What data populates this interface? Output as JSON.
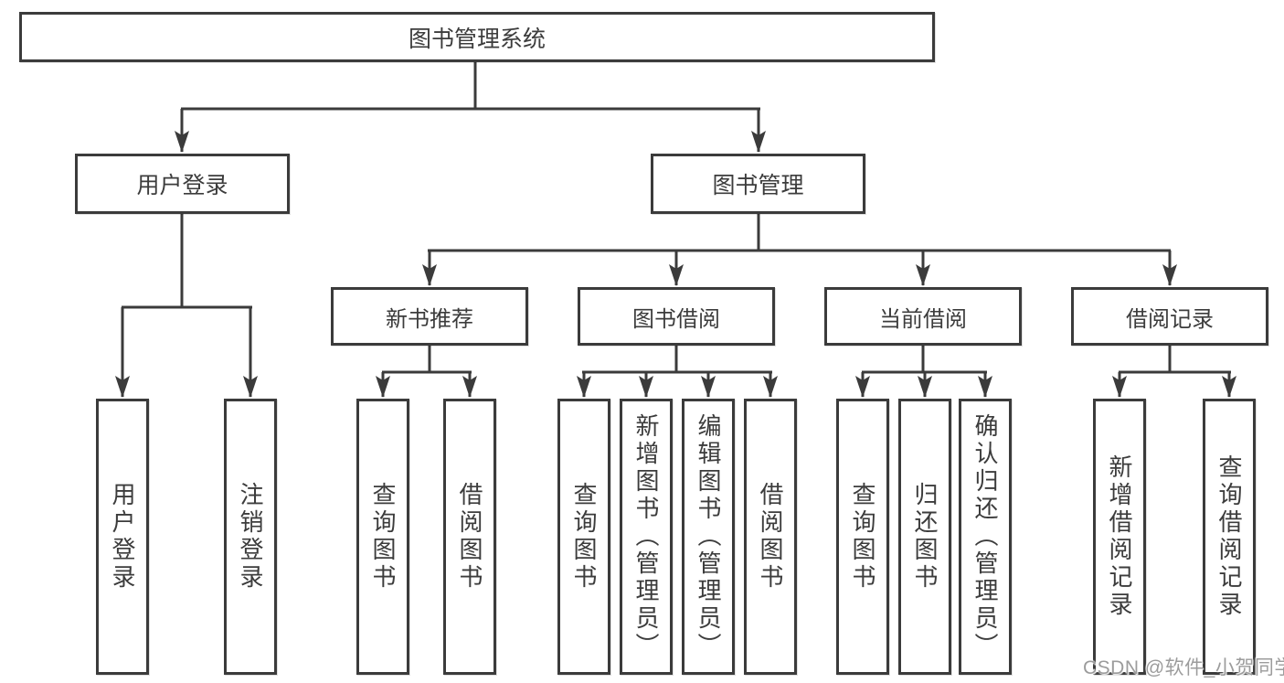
{
  "diagram": {
    "title": "图书管理系统",
    "root": {
      "label": "图书管理系统"
    },
    "level2": [
      {
        "label": "用户登录"
      },
      {
        "label": "图书管理"
      }
    ],
    "level3": [
      {
        "label": "新书推荐"
      },
      {
        "label": "图书借阅"
      },
      {
        "label": "当前借阅"
      },
      {
        "label": "借阅记录"
      }
    ],
    "leaves": [
      {
        "label": "用户登录"
      },
      {
        "label": "注销登录"
      },
      {
        "label": "查询图书"
      },
      {
        "label": "借阅图书"
      },
      {
        "label": "查询图书"
      },
      {
        "label": "新增图书（管理员）"
      },
      {
        "label": "编辑图书（管理员）"
      },
      {
        "label": "借阅图书"
      },
      {
        "label": "查询图书"
      },
      {
        "label": "归还图书"
      },
      {
        "label": "确认归还（管理员）"
      },
      {
        "label": "新增借阅记录"
      },
      {
        "label": "查询借阅记录"
      }
    ]
  },
  "watermark": {
    "text": "CSDN @软件_小贺同学"
  },
  "colors": {
    "line": "#3b3b3b",
    "text": "#3c3c3c",
    "background": "#ffffff",
    "watermark": "#9c9c9c"
  }
}
